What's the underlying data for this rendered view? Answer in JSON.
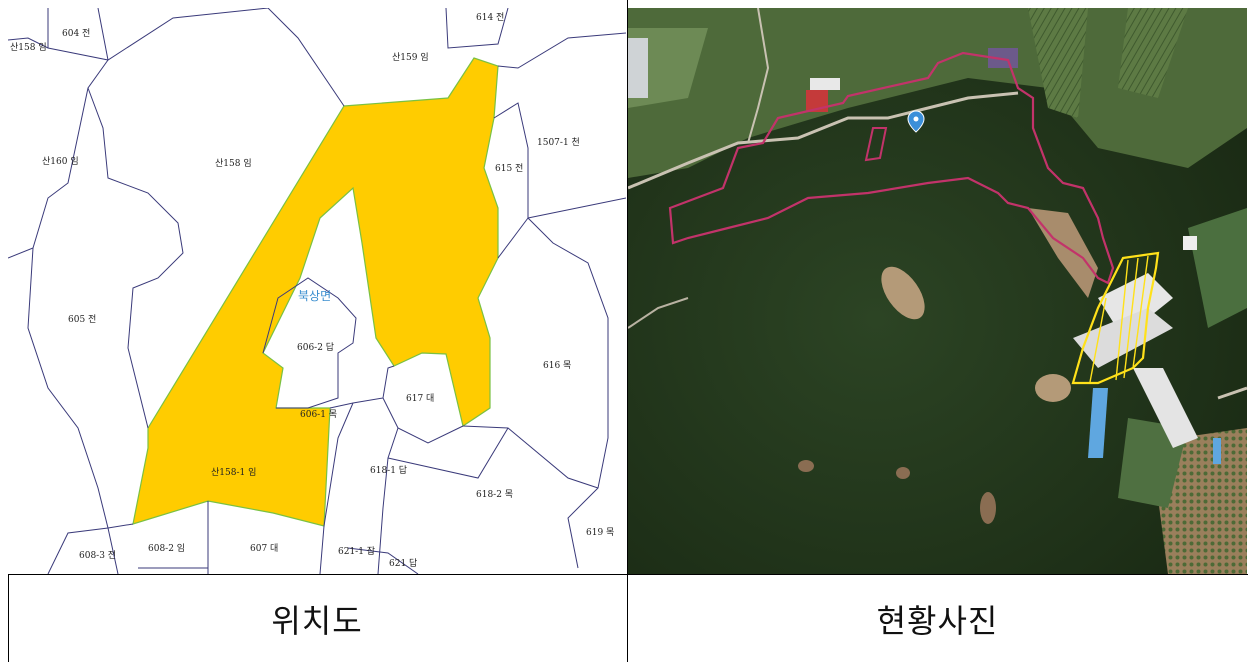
{
  "left_map": {
    "district": "북상면",
    "parcels": [
      {
        "id": "p1",
        "label": "산158 임"
      },
      {
        "id": "p2",
        "label": "604 전"
      },
      {
        "id": "p3",
        "label": "614 전"
      },
      {
        "id": "p4",
        "label": "산159 임"
      },
      {
        "id": "p5",
        "label": "산160 임"
      },
      {
        "id": "p6",
        "label": "산158 임"
      },
      {
        "id": "p7",
        "label": "615 전"
      },
      {
        "id": "p8",
        "label": "1507-1 천"
      },
      {
        "id": "p9",
        "label": "605 전"
      },
      {
        "id": "p10",
        "label": "606-2 답"
      },
      {
        "id": "p11",
        "label": "616 목"
      },
      {
        "id": "p12",
        "label": "617 대"
      },
      {
        "id": "p13",
        "label": "606-1 목"
      },
      {
        "id": "p14",
        "label": "산158-1 임"
      },
      {
        "id": "p15",
        "label": "618-1 답"
      },
      {
        "id": "p16",
        "label": "618-2 목"
      },
      {
        "id": "p17",
        "label": "619 목"
      },
      {
        "id": "p18",
        "label": "608-3 전"
      },
      {
        "id": "p19",
        "label": "608-2 임"
      },
      {
        "id": "p20",
        "label": "607 대"
      },
      {
        "id": "p21",
        "label": "621-1 잡"
      },
      {
        "id": "p22",
        "label": "621 답"
      }
    ],
    "colors": {
      "highlight": "#ffcc00",
      "boundary": "#3a3a7a",
      "highlight_edge": "#7ac142"
    }
  },
  "right_photo": {
    "colors": {
      "outline_pink": "#c2336a",
      "outline_yellow": "#ffe11a",
      "marker": "#3b8fd9"
    }
  },
  "captions": {
    "left": "위치도",
    "right": "현황사진"
  }
}
